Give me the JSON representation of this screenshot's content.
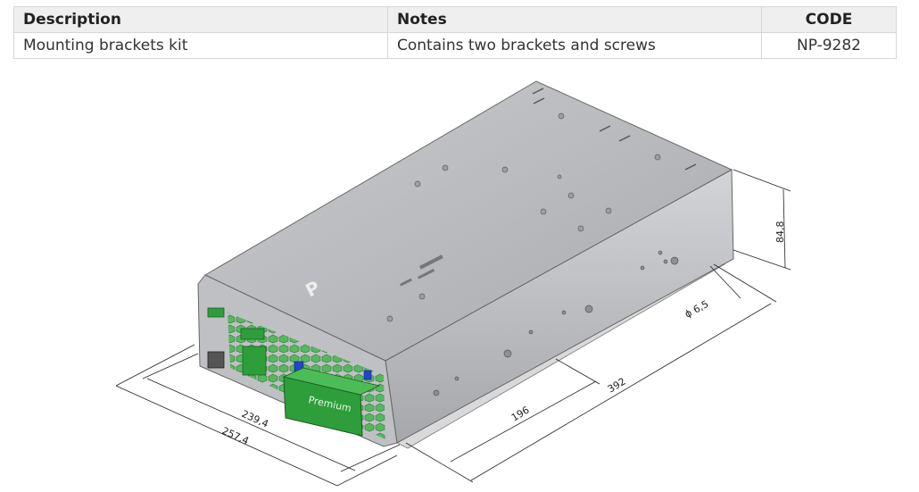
{
  "table": {
    "headers": {
      "description": "Description",
      "notes": "Notes",
      "code": "CODE"
    },
    "rows": [
      {
        "description": "Mounting brackets kit",
        "notes": "Contains two brackets and screws",
        "code": "NP-9282"
      }
    ]
  },
  "drawing": {
    "dimensions": {
      "height": "84,8",
      "hole_diameter": "ϕ 6,5",
      "length": "392",
      "bracket_spacing": "196",
      "inner_width": "239,4",
      "outer_width": "257,4"
    },
    "panel_label": "Premium",
    "brand_mark": "P",
    "accent_green": "#2e9e3a",
    "accent_blue": "#2146c8",
    "body_gray": "#b5b6ba"
  }
}
